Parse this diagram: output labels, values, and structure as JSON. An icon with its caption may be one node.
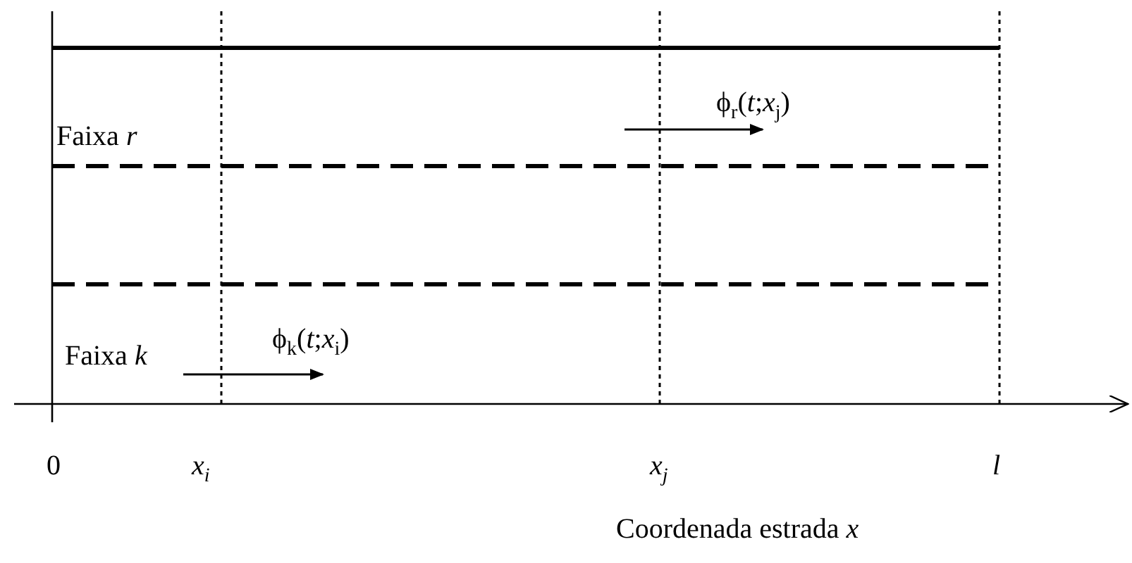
{
  "diagram": {
    "labels": [
      "Faixa *r*",
      "ϕ$_{r}$(*t*;*x*$_{j}$)",
      "Faixa *k*",
      "ϕ$_{k}$(*t*;*x*$_{i}$)",
      "0",
      "x$_{i}$",
      "x$_{j}$",
      "l",
      "Coordenada estrada  *x*"
    ]
  }
}
